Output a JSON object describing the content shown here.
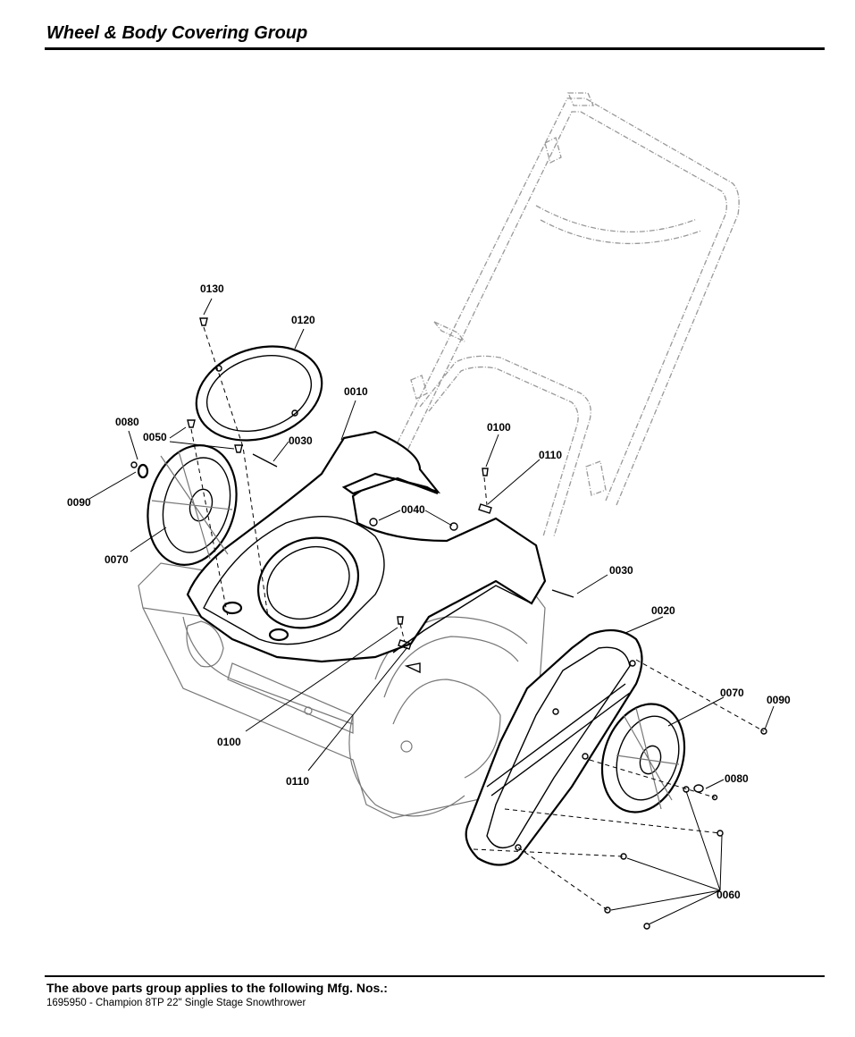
{
  "header": {
    "title": "Wheel & Body Covering Group"
  },
  "footer": {
    "heading": "The above parts group applies to the following Mfg. Nos.:",
    "model": "1695950 - Champion  8TP 22\" Single Stage Snowthrower"
  },
  "callouts": {
    "c0130": "0130",
    "c0120": "0120",
    "c0010": "0010",
    "c0080_left": "0080",
    "c0050": "0050",
    "c0030_left": "0030",
    "c0100_top": "0100",
    "c0110_top": "0110",
    "c0090_left": "0090",
    "c0040": "0040",
    "c0070_left": "0070",
    "c0030_right": "0030",
    "c0020": "0020",
    "c0070_right": "0070",
    "c0090_right": "0090",
    "c0100_bottom": "0100",
    "c0080_right": "0080",
    "c0110_bottom": "0110",
    "c0060": "0060"
  }
}
